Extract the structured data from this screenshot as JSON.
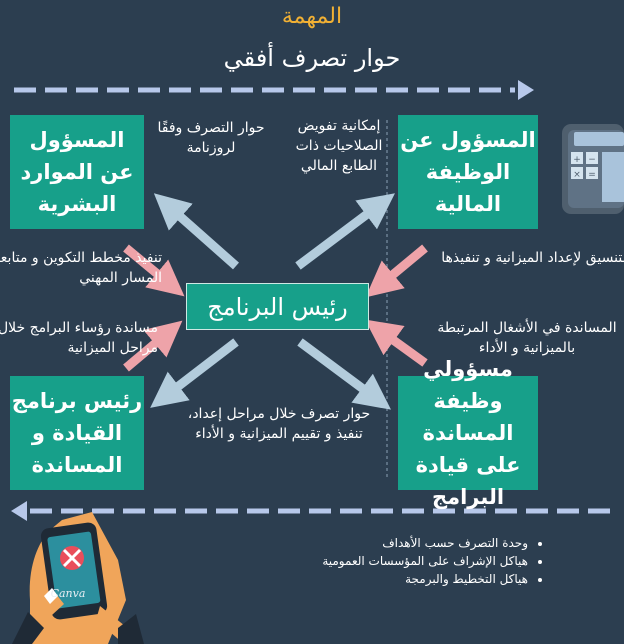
{
  "header": {
    "title": "المهمة",
    "subtitle": "حوار تصرف أفقي"
  },
  "boxes": {
    "hr": "المسؤول عن الموارد البشرية",
    "finance": "المسؤول عن الوظيفة المالية",
    "center": "رئيس البرنامج",
    "leadership": "رئيس برنامج القيادة و المساندة",
    "support": "مسؤولي وظيفة المساندة على قيادة البرامج"
  },
  "notes": {
    "hr_arrow": "حوار التصرف وفقًا لروزنامة",
    "finance_arrow": "إمكانية تفويض الصلاحيات ذات الطابع المالي",
    "left_1": "تنفيذ مخطط التكوين و متابعة المسار المهني",
    "left_2": "مساندة رؤساء البرامج خلال مراحل الميزانية",
    "right_1": "التنسيق لإعداد الميزانية و تنفيذها",
    "right_2": "المساندة في الأشغال المرتبطة بالميزانية و الأداء",
    "bottom": "حوار تصرف خلال مراحل إعداد، تنفيذ و تقييم الميزانية و الأداء"
  },
  "bullets": [
    "وحدة التصرف حسب الأهداف",
    "هياكل الإشراف على المؤسسات العمومية",
    "هياكل التخطيط والبرمجة"
  ],
  "icons": {
    "calculator": "calculator-icon",
    "phone": "phone-in-hand-icon",
    "phone_label": "Canva"
  },
  "colors": {
    "background": "#2c3e50",
    "box": "#17a08a",
    "title_accent": "#f2b134",
    "dashed": "#b7c8ea",
    "arrow_light": "#b3ccdc",
    "arrow_pink": "#eea3a9"
  }
}
